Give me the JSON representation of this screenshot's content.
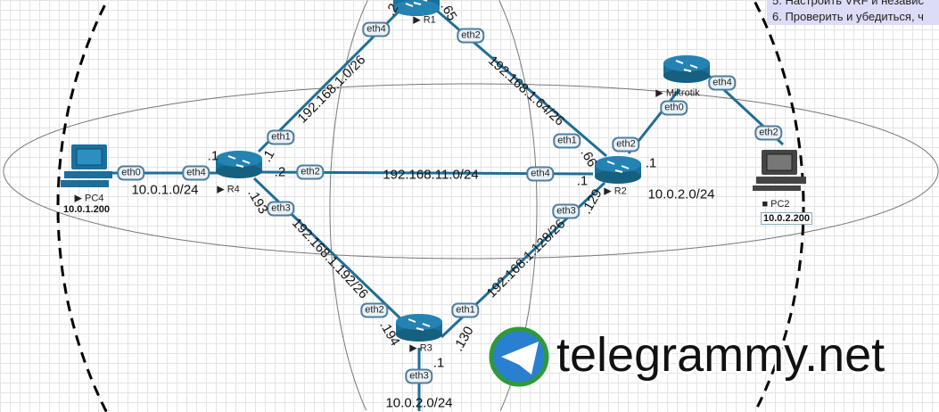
{
  "notes": [
    "5. Настроить VRF и независ",
    "6. Проверить и убедиться, ч"
  ],
  "nodes": {
    "R1": "▶ R1",
    "R2": "▶ R2",
    "R3": "▶ R3",
    "R4": "▶ R4",
    "Mikrotik": "▶ Mikrotik",
    "PC4": "▶ PC4",
    "PC2": "■ PC2"
  },
  "pc_addresses": {
    "PC4": "10.0.1.200",
    "PC2": "10.0.2.200"
  },
  "networks": [
    "192.168.1.0/26",
    "192.168.1.64/26",
    "192.168.11.0/24",
    "192.168.1.192/26",
    "192.168.1.128/26",
    "10.0.1.0/24",
    "10.0.2.0/24",
    "10.0.2.0/24"
  ],
  "interfaces": [
    "eth0",
    "eth4",
    "eth1",
    "eth2",
    "eth3",
    "eth4",
    "eth2",
    "eth1",
    "eth4",
    "eth3",
    "eth2",
    "eth1",
    "eth2",
    "eth0",
    "eth4",
    "eth2",
    "eth3"
  ],
  "host_octets": [
    ".1",
    ".1",
    ".2",
    ".193",
    ".2",
    ".65",
    ".66",
    ".1",
    ".129",
    ".1",
    ".194",
    ".130",
    ".1"
  ],
  "watermark": "telegrammy.net",
  "colors": {
    "link": "#1f6e96",
    "router": "#1a6f9c"
  }
}
